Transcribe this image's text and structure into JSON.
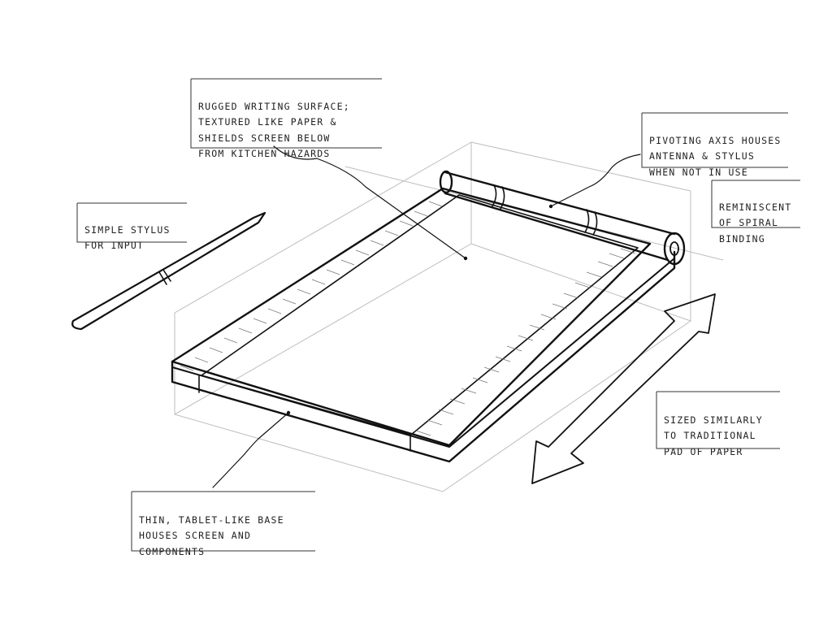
{
  "annotations": {
    "surface": "Rugged writing surface;\ntextured like paper &\nshields screen below\nfrom kitchen hazards",
    "stylus": "Simple stylus\nfor input",
    "axis": "Pivoting axis houses\nantenna & stylus\nwhen not in use",
    "binding": "Reminiscent\nof spiral\nbinding",
    "size": "Sized similarly\nto traditional\npad of paper",
    "base": "Thin, tablet-like base\nhouses screen and\ncomponents"
  },
  "colors": {
    "ink": "#111111",
    "construction_lines": "#bdbdbd",
    "hatching": "#777777",
    "paper": "#ffffff"
  }
}
